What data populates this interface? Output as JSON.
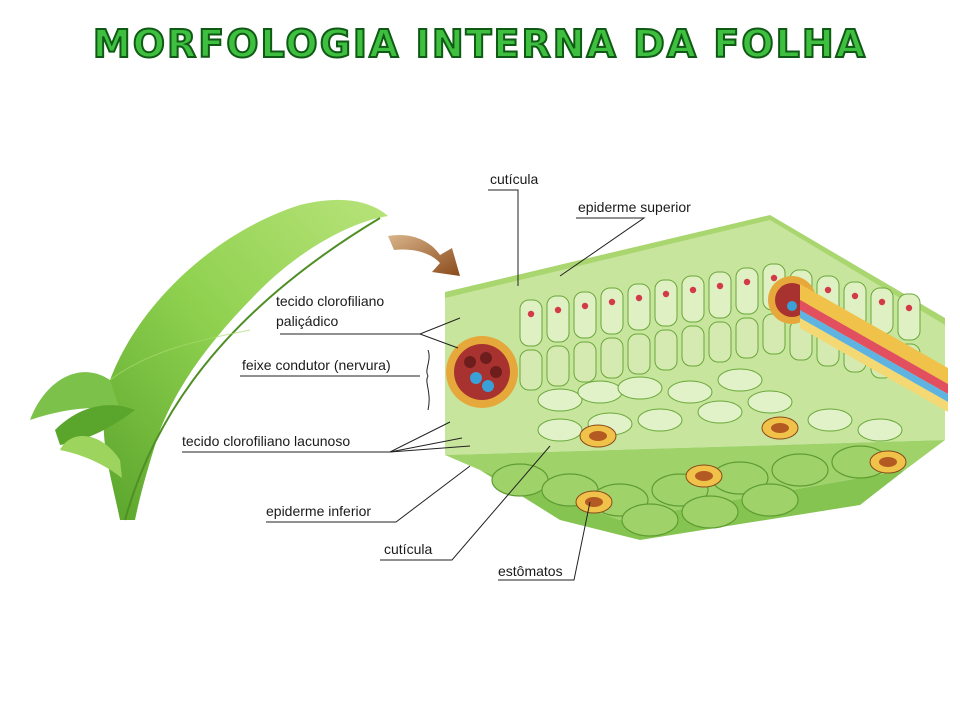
{
  "title": "MORFOLOGIA INTERNA DA FOLHA",
  "labels": {
    "cuticula_top": "cutícula",
    "epiderme_superior": "epiderme superior",
    "palicadico_line1": "tecido clorofiliano",
    "palicadico_line2": "paliçádico",
    "feixe_condutor": "feixe condutor (nervura)",
    "lacunoso": "tecido clorofiliano lacunoso",
    "epiderme_inferior": "epiderme inferior",
    "cuticula_bottom": "cutícula",
    "estomatos": "estômatos"
  },
  "colors": {
    "title_fill": "#3fbf3f",
    "title_stroke": "#0f5a14",
    "leaf_green": "#8fd14f",
    "cell_green": "#b9dd86",
    "chloroplast_red": "#d23a4a",
    "xylem_orange": "#d9822b",
    "phloem_blue": "#3aa0d8"
  }
}
